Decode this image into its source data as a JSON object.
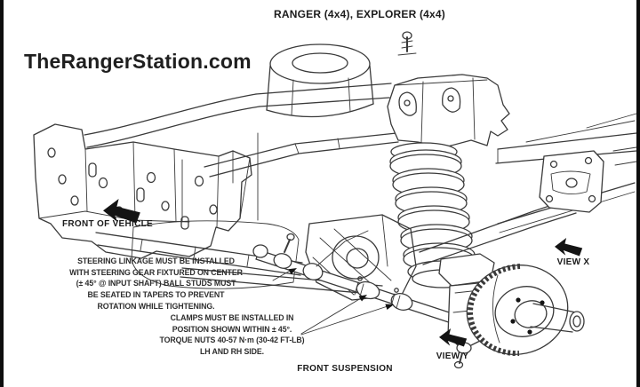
{
  "page": {
    "background": "#ffffff",
    "ink_color": "#3a3a3a",
    "bold_color": "#141414",
    "edge_bar_color": "#0d0d0d"
  },
  "header": {
    "title": "RANGER (4x4), EXPLORER (4x4)",
    "watermark": "TheRangerStation.com"
  },
  "labels": {
    "front_of_vehicle": "FRONT OF VEHICLE",
    "view_x": "VIEW X",
    "view_y": "VIEW Y",
    "front_suspension": "FRONT SUSPENSION"
  },
  "notes": {
    "steering": {
      "lines": [
        "STEERING LINKAGE MUST BE INSTALLED",
        "WITH STEERING GEAR FIXTURED ON CENTER",
        "(± 45° @ INPUT SHAFT) BALL STUDS MUST",
        "BE SEATED IN TAPERS TO PREVENT",
        "ROTATION WHILE TIGHTENING."
      ]
    },
    "clamps": {
      "lines": [
        "CLAMPS MUST BE INSTALLED IN",
        "POSITION SHOWN WITHIN  ± 45°.",
        "TORQUE NUTS 40-57 N·m (30-42 FT-LB)",
        "LH AND RH SIDE."
      ]
    }
  },
  "icons": {
    "front_of_vehicle_arrow": "bold-up-left-arrow-icon",
    "view_x_arrow": "bold-up-left-arrow-icon",
    "view_y_arrow": "bold-up-left-arrow-icon",
    "leader_arrows": "thin-pointer-arrow-icon"
  }
}
